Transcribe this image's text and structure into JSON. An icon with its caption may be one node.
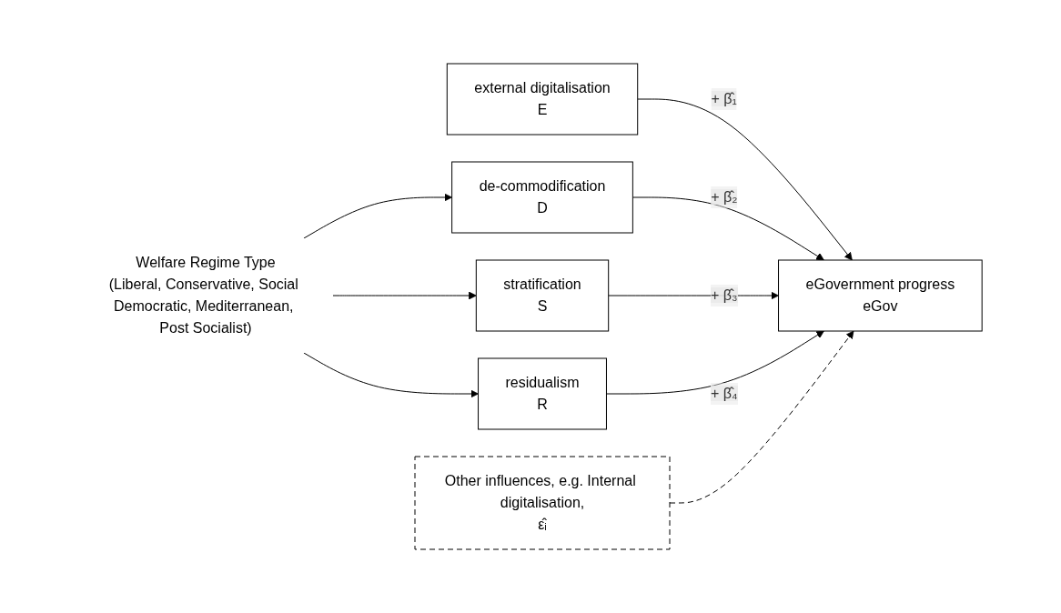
{
  "diagram": {
    "nodes": [
      {
        "text": [
          "Welfare Regime Type",
          "(Liberal, Conservative, Social Democratic, Mediterranean, Post Socialist)"
        ]
      },
      {
        "text": [
          "external digitalisation",
          "E"
        ]
      },
      {
        "text": [
          "de-commodification",
          "D"
        ]
      },
      {
        "text": [
          "stratification",
          "S"
        ]
      },
      {
        "text": [
          "residualism",
          "R"
        ]
      },
      {
        "text": [
          "Other influences, e.g. Internal digitalisation,",
          "ε̂ᵢ"
        ]
      },
      {
        "text": [
          "eGovernment progress",
          "eGov"
        ]
      }
    ],
    "edges": [
      {
        "from": 0,
        "to": 2,
        "arrow": "to"
      },
      {
        "from": 0,
        "to": 3,
        "arrow": "to"
      },
      {
        "from": 0,
        "to": 4,
        "arrow": "to"
      },
      {
        "from": 1,
        "to": 6,
        "arrow": "to",
        "label": "+ β̂₁"
      },
      {
        "from": 2,
        "to": 6,
        "arrow": "to",
        "label": "+ β̂₂"
      },
      {
        "from": 3,
        "to": 6,
        "arrow": "to",
        "label": "+ β̂₃"
      },
      {
        "from": 4,
        "to": 6,
        "arrow": "to",
        "label": "+ β̂₄"
      },
      {
        "from": 5,
        "to": 6,
        "arrow": "to",
        "style": "dashed"
      }
    ]
  }
}
